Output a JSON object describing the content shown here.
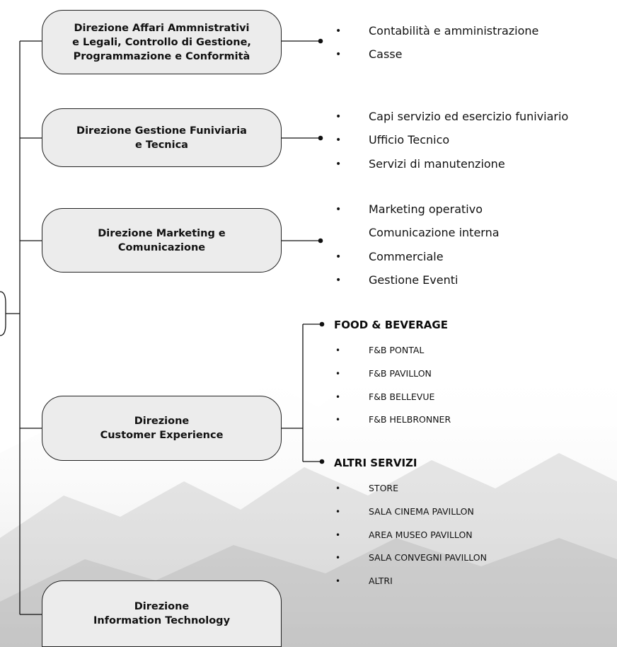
{
  "departments": [
    {
      "label": "Direzione Affari Ammnistrativi\ne Legali, Controllo di Gestione,\nProgrammazione e Conformità",
      "items": [
        {
          "bullet": "•",
          "text": "Contabilità e amministrazione"
        },
        {
          "bullet": "•",
          "text": "Casse"
        }
      ]
    },
    {
      "label": "Direzione Gestione Funiviaria\ne Tecnica",
      "items": [
        {
          "bullet": "•",
          "text": "Capi servizio ed esercizio funiviario"
        },
        {
          "bullet": "•",
          "text": "Ufficio Tecnico"
        },
        {
          "bullet": "•",
          "text": "Servizi di manutenzione"
        }
      ]
    },
    {
      "label": "Direzione Marketing e\nComunicazione",
      "items": [
        {
          "bullet": "•",
          "text": "Marketing operativo"
        },
        {
          "bullet": "",
          "text": "Comunicazione interna"
        },
        {
          "bullet": "•",
          "text": "Commerciale"
        },
        {
          "bullet": "•",
          "text": "Gestione Eventi"
        }
      ]
    },
    {
      "label": "Direzione\nCustomer Experience",
      "groups": [
        {
          "title": "FOOD & BEVERAGE",
          "items": [
            {
              "bullet": "•",
              "text": "F&B PONTAL"
            },
            {
              "bullet": "•",
              "text": "F&B PAVILLON"
            },
            {
              "bullet": "•",
              "text": "F&B BELLEVUE"
            },
            {
              "bullet": "•",
              "text": "F&B  HELBRONNER"
            }
          ]
        },
        {
          "title": "ALTRI SERVIZI",
          "items": [
            {
              "bullet": "•",
              "text": "STORE"
            },
            {
              "bullet": "•",
              "text": "SALA CINEMA PAVILLON"
            },
            {
              "bullet": "•",
              "text": "AREA MUSEO PAVILLON"
            },
            {
              "bullet": "•",
              "text": "SALA  CONVEGNI PAVILLON"
            },
            {
              "bullet": "•",
              "text": "ALTRI"
            }
          ]
        }
      ]
    },
    {
      "label": "Direzione\nInformation Technology"
    }
  ]
}
